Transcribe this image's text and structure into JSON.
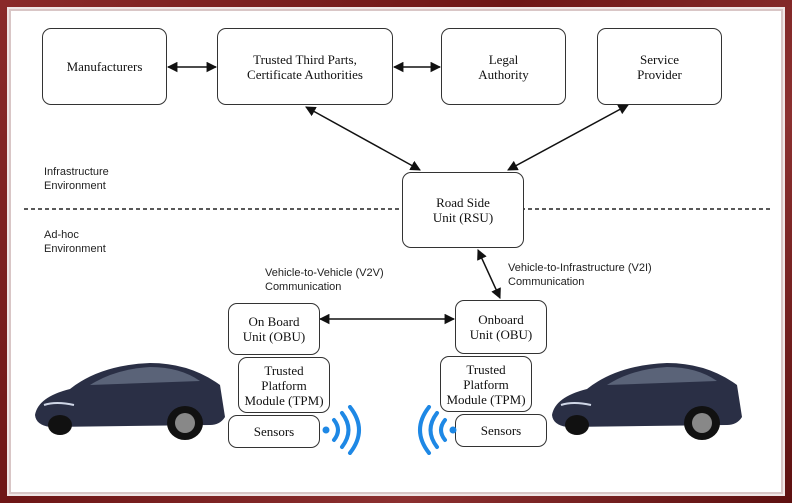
{
  "nodes": {
    "manufacturers": "Manufacturers",
    "ttp_line1": "Trusted Third Parts,",
    "ttp_line2": "Certificate Authorities",
    "legal_line1": "Legal",
    "legal_line2": "Authority",
    "service_line1": "Service",
    "service_line2": "Provider",
    "rsu_line1": "Road Side",
    "rsu_line2": "Unit (RSU)",
    "obu_left_line1": "On Board",
    "obu_left_line2": "Unit (OBU)",
    "tpm_left_line1": "Trusted",
    "tpm_left_line2": "Platform",
    "tpm_left_line3": "Module (TPM)",
    "sensors_left": "Sensors",
    "obu_right_line1": "Onboard",
    "obu_right_line2": "Unit (OBU)",
    "tpm_right_line1": "Trusted",
    "tpm_right_line2": "Platform",
    "tpm_right_line3": "Module (TPM)",
    "sensors_right": "Sensors"
  },
  "labels": {
    "infra_line1": "Infrastructure",
    "infra_line2": "Environment",
    "adhoc_line1": "Ad-hoc",
    "adhoc_line2": "Environment",
    "v2v_line1": "Vehicle-to-Vehicle (V2V)",
    "v2v_line2": "Communication",
    "v2i_line1": "Vehicle-to-Infrastructure (V2I)",
    "v2i_line2": "Communication"
  },
  "colors": {
    "frame": "#7a1e1e",
    "wifi": "#1e88e5",
    "car_body": "#2a2f45"
  }
}
